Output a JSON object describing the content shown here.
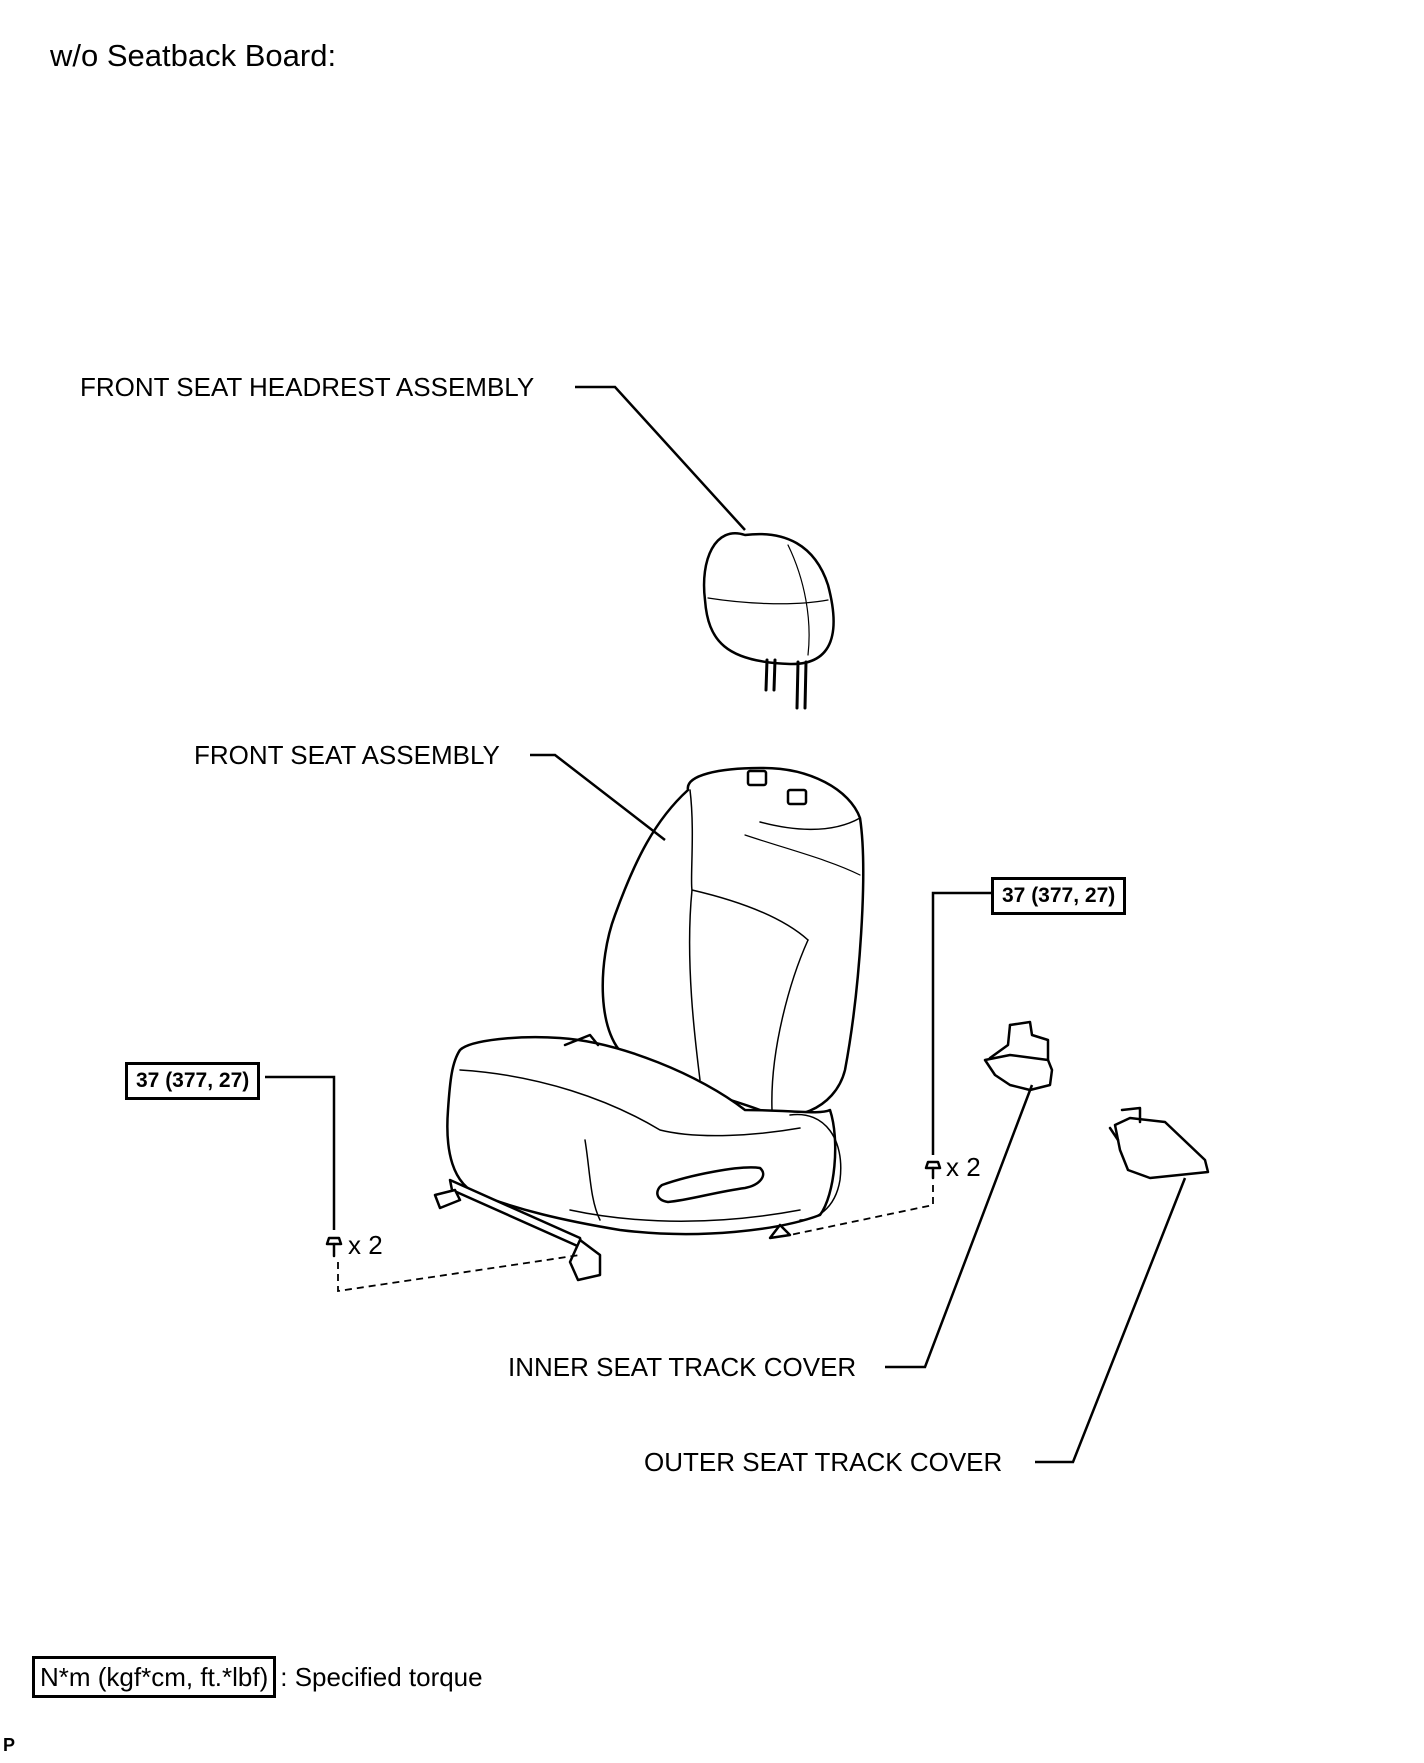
{
  "header": {
    "title": "w/o Seatback Board:"
  },
  "callouts": {
    "headrest": "FRONT SEAT HEADREST ASSEMBLY",
    "seat": "FRONT SEAT ASSEMBLY",
    "inner_cover": "INNER SEAT TRACK COVER",
    "outer_cover": "OUTER SEAT TRACK COVER"
  },
  "torque": {
    "right_value": "37 (377, 27)",
    "left_value": "37 (377, 27)"
  },
  "bolts": {
    "right_qty": "x 2",
    "left_qty": "x 2"
  },
  "legend": {
    "box_text": "N*m (kgf*cm, ft.*lbf)",
    "description": ": Specified torque"
  },
  "footer": {
    "code": "P"
  }
}
